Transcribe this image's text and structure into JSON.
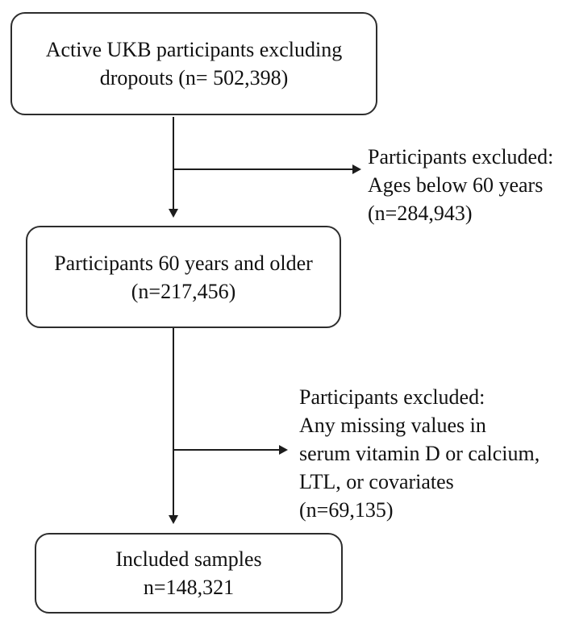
{
  "diagram": {
    "boxes": [
      {
        "lines": [
          "Active UKB participants excluding",
          "dropouts (n= 502,398)"
        ]
      },
      {
        "lines": [
          "Participants 60 years and older",
          "(n=217,456)"
        ]
      },
      {
        "lines": [
          "Included samples",
          "n=148,321"
        ]
      }
    ],
    "exclusions": [
      {
        "lines": [
          "Participants excluded:",
          "Ages below 60 years",
          "(n=284,943)"
        ]
      },
      {
        "lines": [
          "Participants excluded:",
          "Any missing values in",
          "serum vitamin D or calcium,",
          "LTL, or covariates",
          "(n=69,135)"
        ]
      }
    ],
    "colors": {
      "background": "#ffffff",
      "box_border": "#2d2d2d",
      "line": "#1c1c1c",
      "text": "#111111"
    }
  }
}
